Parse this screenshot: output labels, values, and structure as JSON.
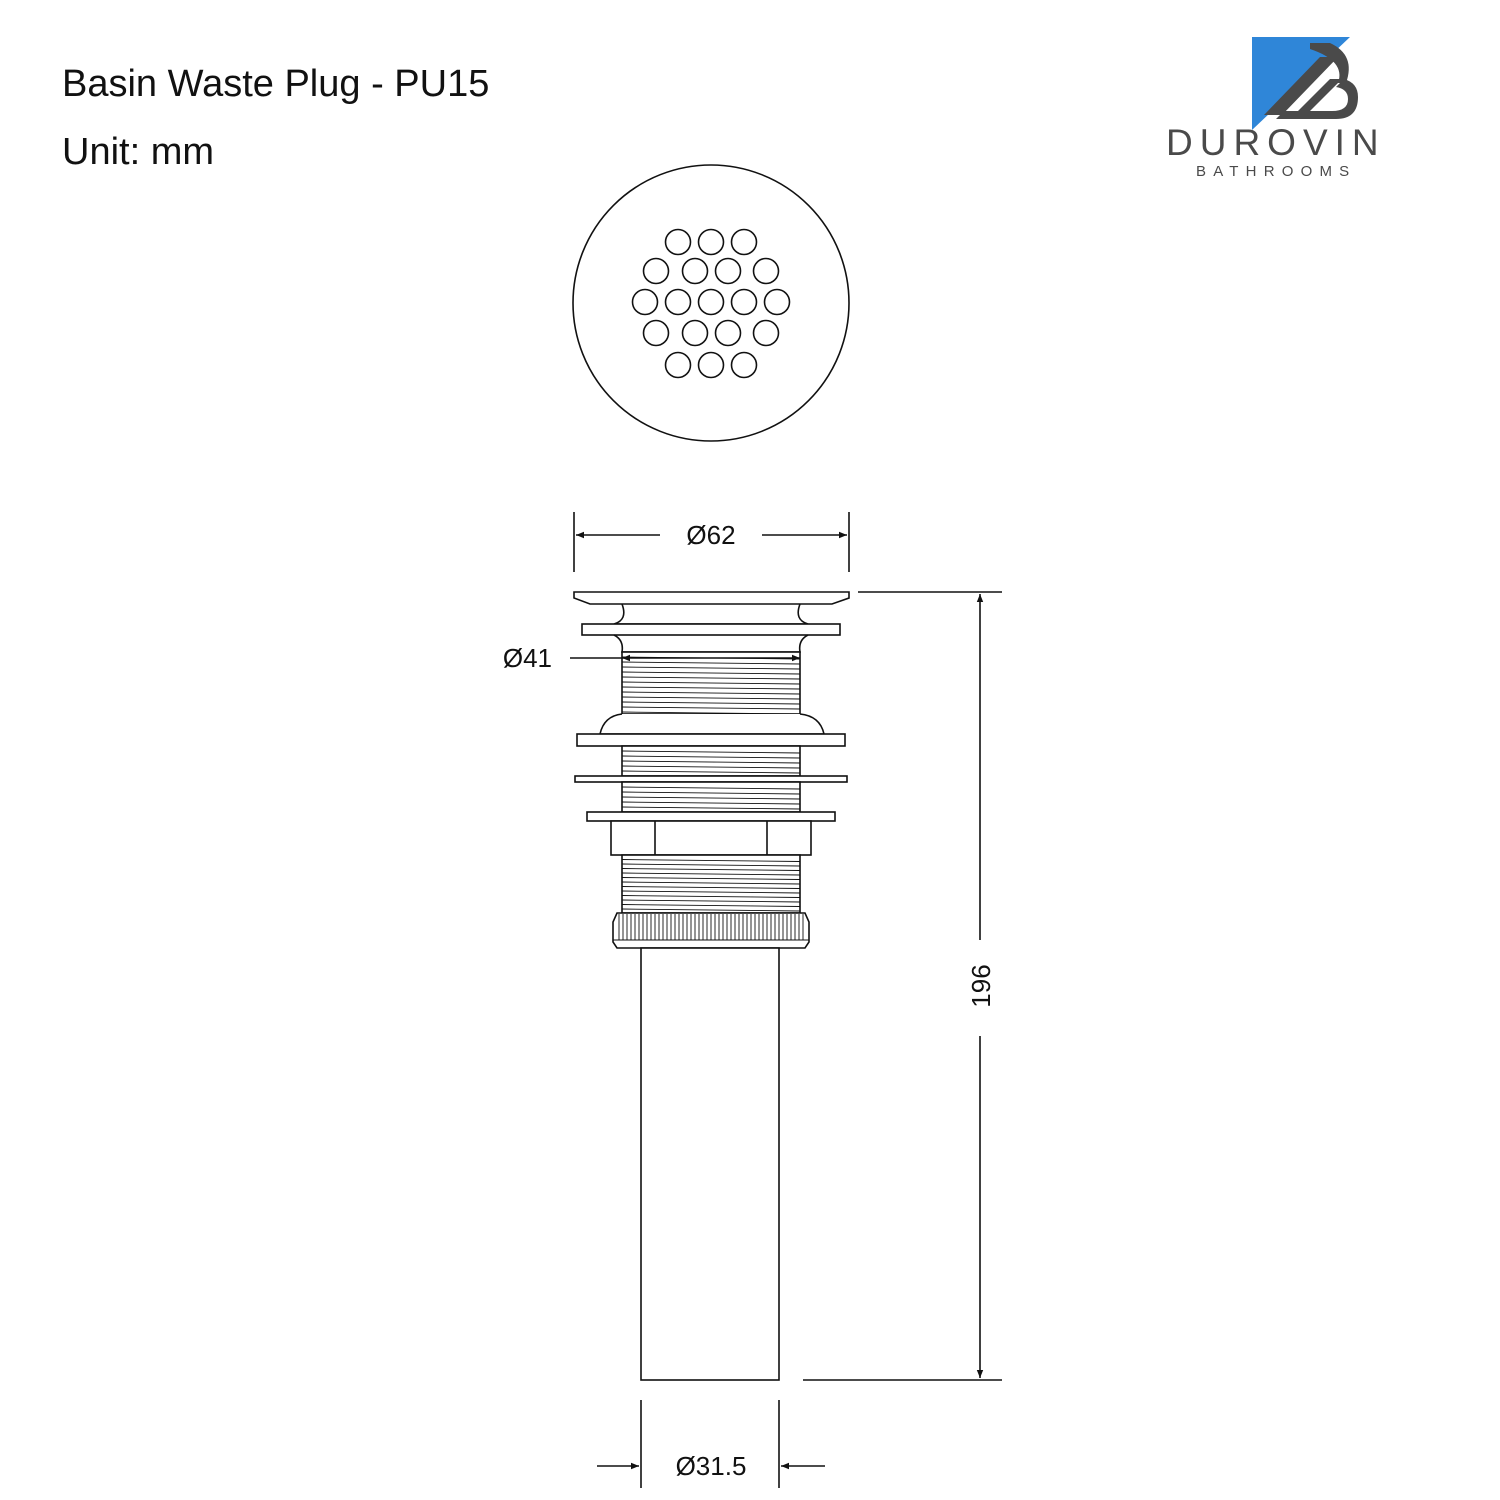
{
  "header": {
    "title": "Basin Waste Plug - PU15",
    "unit": "Unit: mm"
  },
  "brand": {
    "name": "DUROVIN",
    "tagline": "BATHROOMS",
    "colors": {
      "blue": "#2f86d8",
      "gray": "#4a4a4a"
    }
  },
  "dimensions": {
    "flange_diameter": "Ø62",
    "thread_diameter": "Ø41",
    "overall_height": "196",
    "tail_diameter": "Ø31.5"
  }
}
